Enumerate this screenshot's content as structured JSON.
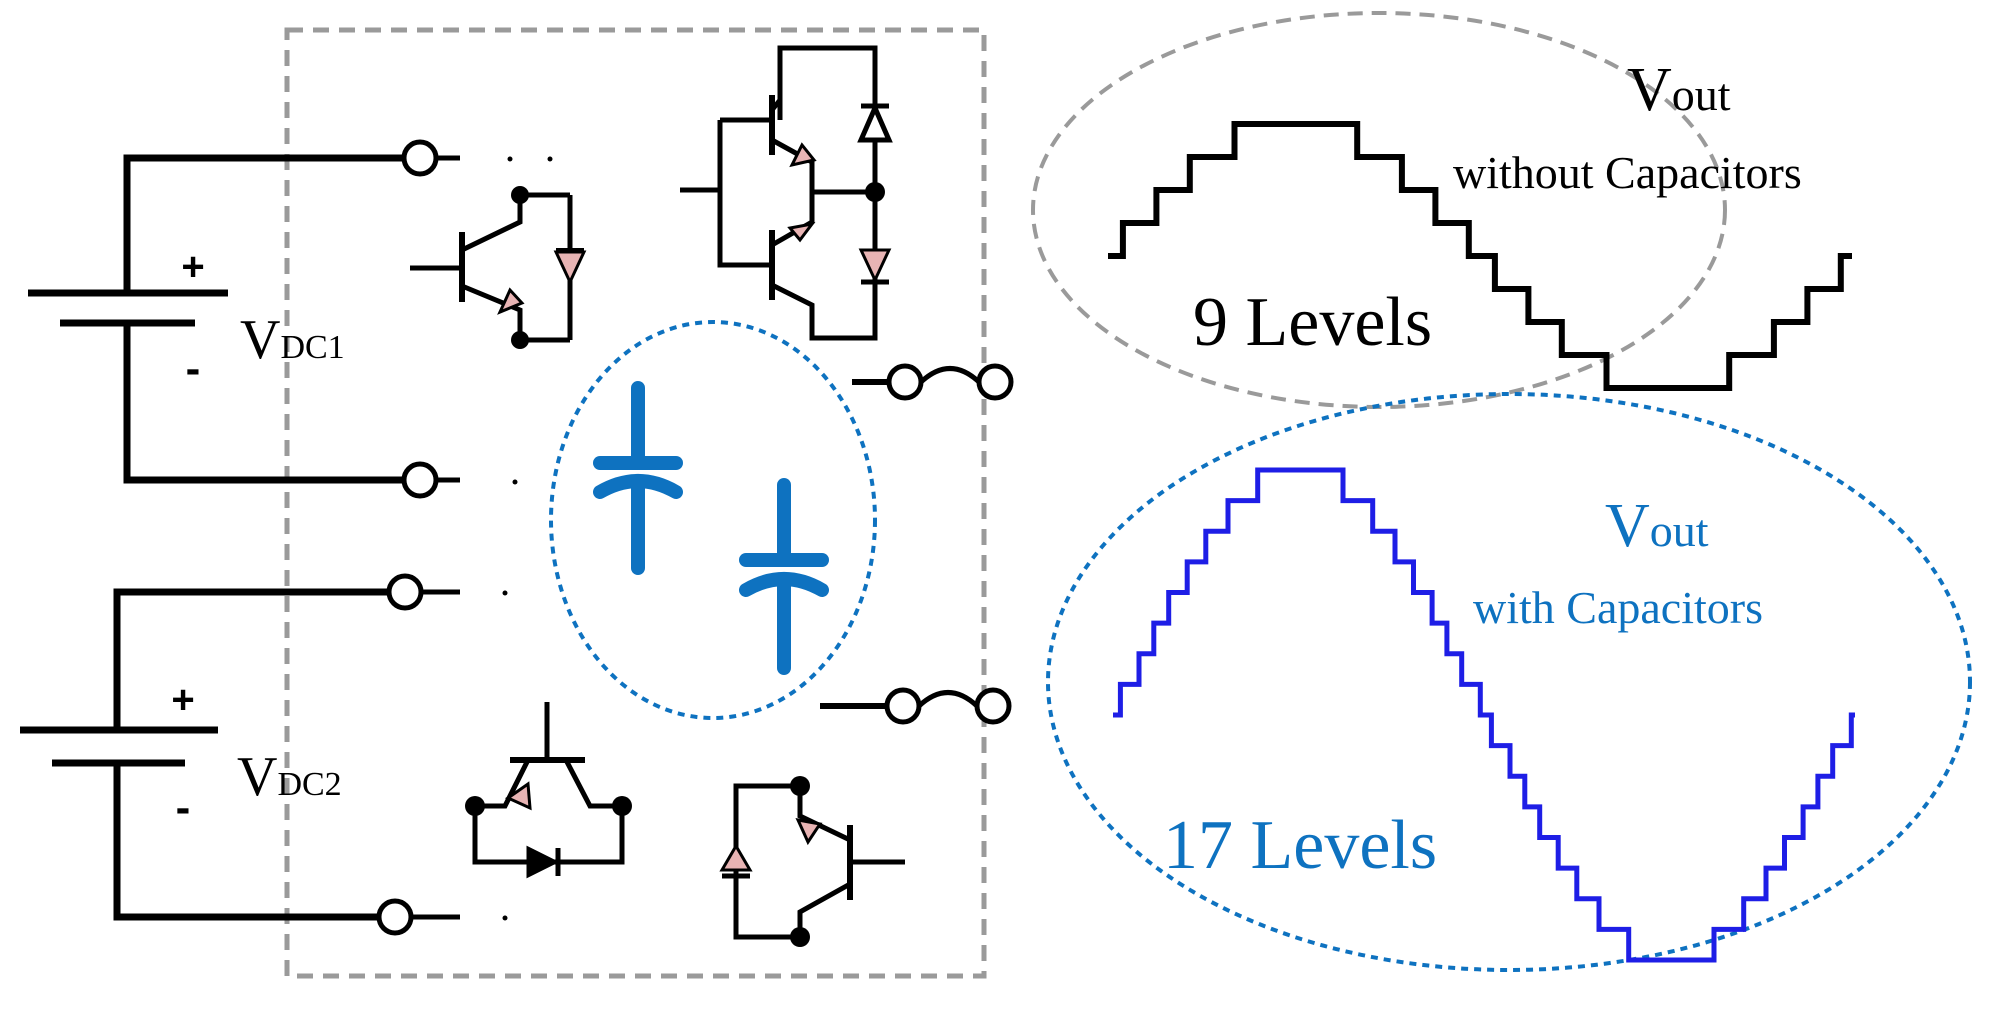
{
  "sources": {
    "dc1": {
      "main": "V",
      "sub": "DC1",
      "plus": "+",
      "minus": "-"
    },
    "dc2": {
      "main": "V",
      "sub": "DC2",
      "plus": "+",
      "minus": "-"
    }
  },
  "waveform_top": {
    "title_main": "V",
    "title_sub": "out",
    "subtitle": "without Capacitors",
    "levels_label": "9 Levels",
    "levels": 9
  },
  "waveform_bottom": {
    "title_main": "V",
    "title_sub": "out",
    "subtitle": "with Capacitors",
    "levels_label": "17 Levels",
    "levels": 17
  },
  "colors": {
    "black": "#000000",
    "blue_accent": "#0e72c0",
    "wave_blue": "#1e1ee6",
    "dashed_gray": "#9a9a9a",
    "igbt_arrow": "#e8b4b4"
  }
}
